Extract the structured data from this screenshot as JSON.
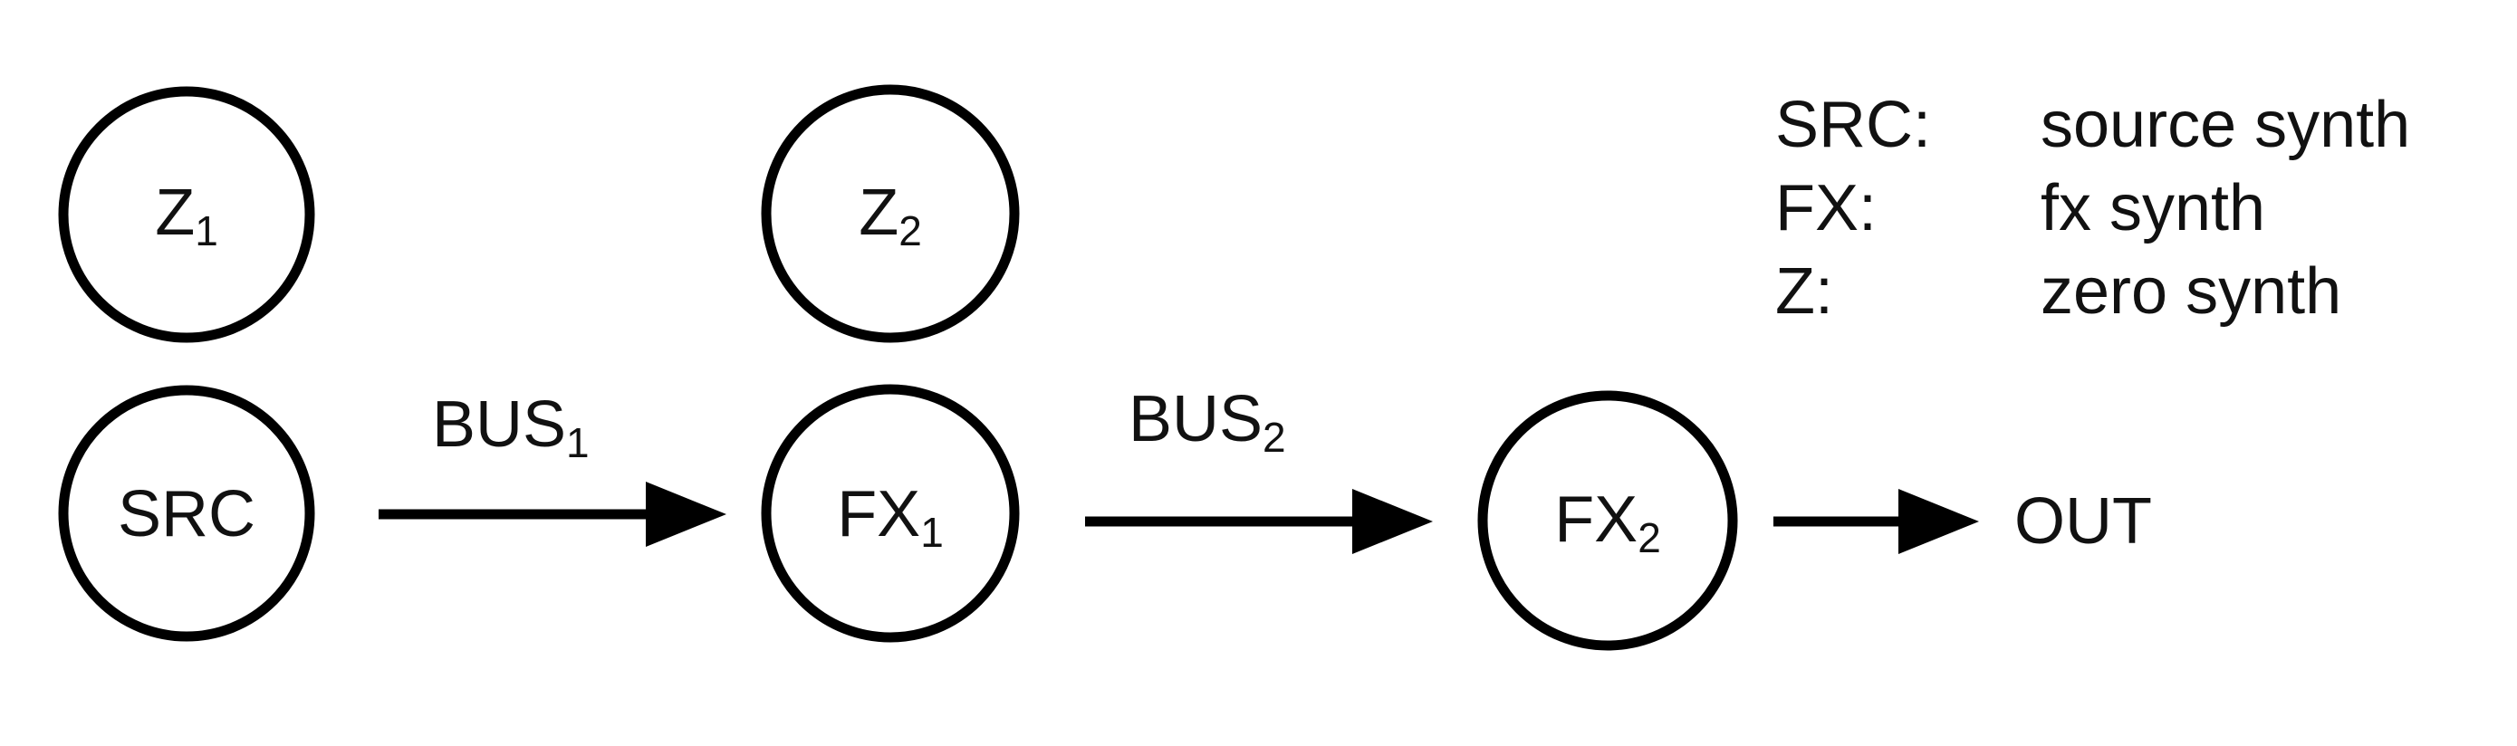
{
  "nodes": {
    "z1": {
      "label": "Z",
      "sub": "1"
    },
    "z2": {
      "label": "Z",
      "sub": "2"
    },
    "src": {
      "label": "SRC",
      "sub": ""
    },
    "fx1": {
      "label": "FX",
      "sub": "1"
    },
    "fx2": {
      "label": "FX",
      "sub": "2"
    }
  },
  "buses": {
    "bus1": {
      "label": "BUS",
      "sub": "1"
    },
    "bus2": {
      "label": "BUS",
      "sub": "2"
    }
  },
  "output": {
    "label": "OUT"
  },
  "legend": [
    {
      "key": "SRC:",
      "value": "source synth"
    },
    {
      "key": "FX:",
      "value": "fx synth"
    },
    {
      "key": "Z:",
      "value": "zero synth"
    }
  ],
  "colors": {
    "stroke": "#000000",
    "text": "#111111",
    "background": "#ffffff"
  }
}
